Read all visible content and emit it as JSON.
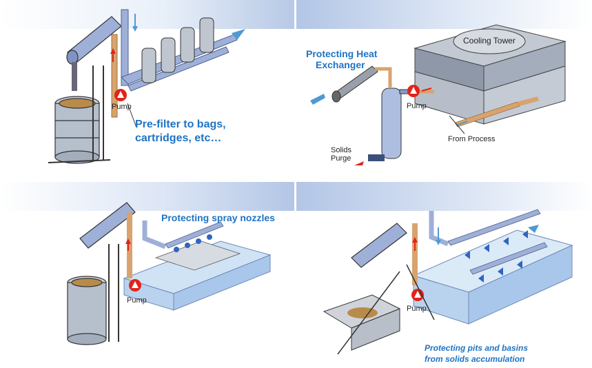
{
  "panels": [
    {
      "id": "bags-cartridges",
      "labels": {
        "pump": "Pump",
        "caption_line1": "Pre-filter to bags,",
        "caption_line2": "cartridges, etc…"
      }
    },
    {
      "id": "heat-exchanger",
      "labels": {
        "title_line1": "Protecting Heat",
        "title_line2": "Exchanger",
        "cooling_tower": "Cooling Tower",
        "pump": "Pump",
        "from_process": "From Process",
        "solids_line1": "Solids",
        "solids_line2": "Purge"
      }
    },
    {
      "id": "spray-nozzles",
      "labels": {
        "caption": "Protecting spray nozzles",
        "pump": "Pump"
      }
    },
    {
      "id": "pits-basins",
      "labels": {
        "pump": "Pump",
        "caption_line1": "Protecting pits and basins",
        "caption_line2": "from solids accumulation"
      }
    }
  ],
  "colors": {
    "caption_blue": "#1f73c4",
    "pipe_blue": "#8fa7d8",
    "pipe_copper": "#d8a36e",
    "pump_red": "#e2231a",
    "water_blue": "#cfe3f5"
  }
}
